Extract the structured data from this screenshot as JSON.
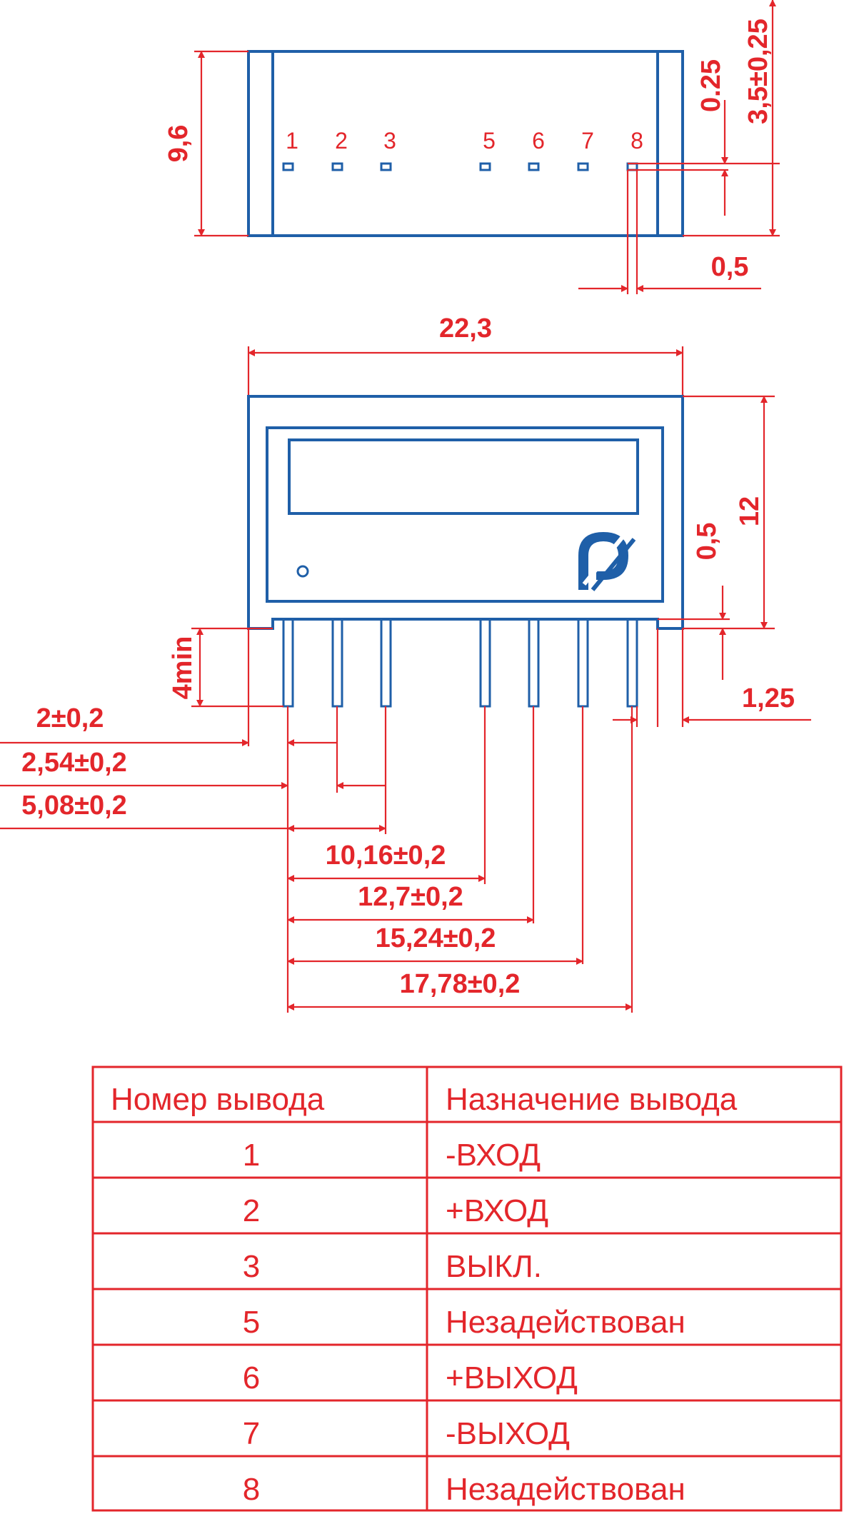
{
  "top_view": {
    "pin_labels": [
      "1",
      "2",
      "3",
      "5",
      "6",
      "7",
      "8"
    ],
    "dim_height": "9,6",
    "dim_pin_offset": "0.25",
    "dim_pin_height": "3,5±0,25",
    "dim_pin_width": "0,5"
  },
  "front_view": {
    "dim_length": "22,3",
    "dim_height": "12",
    "dim_standoff": "0,5",
    "dim_pin_length": "4min",
    "dim_edge_right": "1,25",
    "dim_edge_left": "2±0,2",
    "dim_pitch_1": "2,54±0,2",
    "dim_pitch_2": "5,08±0,2",
    "dim_pitch_3": "10,16±0,2",
    "dim_pitch_4": "12,7±0,2",
    "dim_pitch_5": "15,24±0,2",
    "dim_pitch_6": "17,78±0,2"
  },
  "pin_table": {
    "headers": [
      "Номер вывода",
      "Назначение вывода"
    ],
    "rows": [
      {
        "pin": "1",
        "function": "-ВХОД"
      },
      {
        "pin": "2",
        "function": "+ВХОД"
      },
      {
        "pin": "3",
        "function": "ВЫКЛ."
      },
      {
        "pin": "5",
        "function": "Незадействован"
      },
      {
        "pin": "6",
        "function": "+ВЫХОД"
      },
      {
        "pin": "7",
        "function": "-ВЫХОД"
      },
      {
        "pin": "8",
        "function": "Незадействован"
      }
    ]
  },
  "colors": {
    "outline": "#1f5fa8",
    "dimension": "#e3262b"
  }
}
